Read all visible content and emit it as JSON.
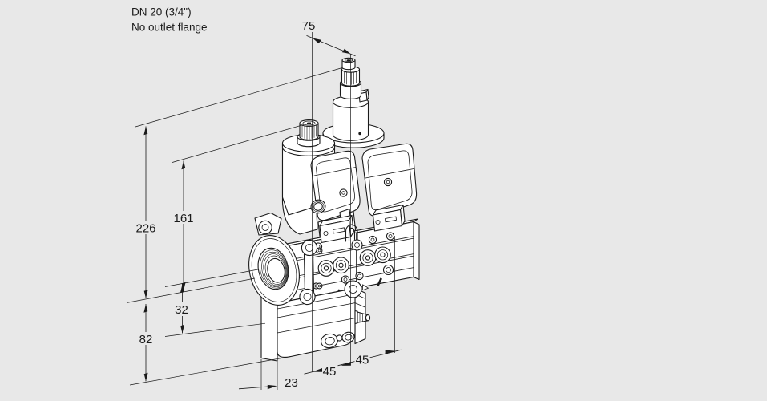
{
  "header": {
    "line1": "DN 20 (3/4\")",
    "line2": "No outlet flange"
  },
  "dimensions": {
    "top_depth": "75",
    "total_height": "226",
    "actuator_height": "161",
    "body_offset": "32",
    "housing_height": "82",
    "bottom_span_left": "45",
    "bottom_span_right": "45",
    "housing_depth": "23"
  },
  "colors": {
    "background": "#e8e8e8",
    "line": "#1a1a1a"
  },
  "figure": {
    "parts": [
      "left-solenoid-actuator",
      "right-solenoid-actuator",
      "coil-cover",
      "valve-body",
      "inlet-flange",
      "bottom-housing",
      "pressure-ports",
      "test-nipple"
    ]
  }
}
